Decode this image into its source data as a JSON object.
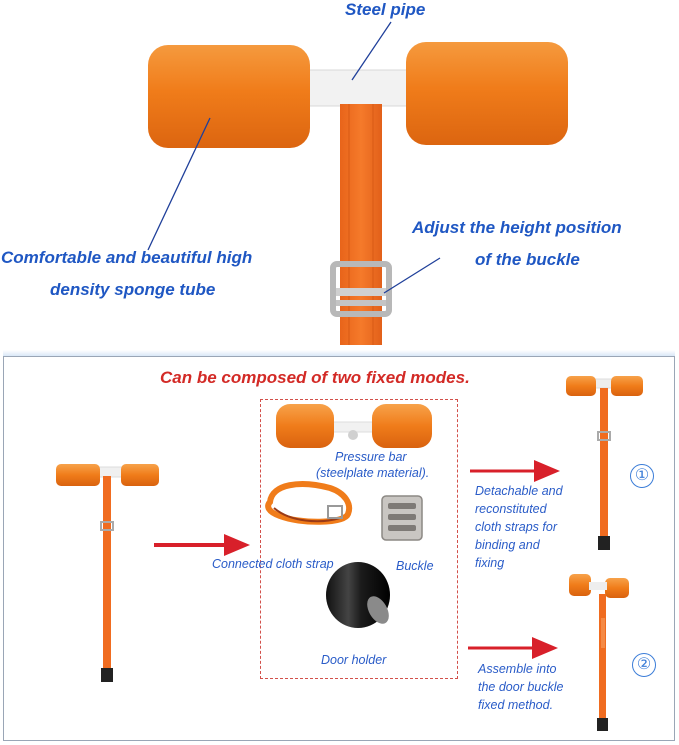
{
  "top_labels": {
    "steel_pipe": "Steel pipe",
    "adjust_line1": "Adjust the height position",
    "adjust_line2": "of the buckle",
    "sponge_line1": "Comfortable and beautiful high",
    "sponge_line2": "density sponge tube"
  },
  "panel": {
    "heading": "Can be composed of two fixed modes.",
    "pressure_bar_line1": "Pressure bar",
    "pressure_bar_line2": "(steelplate material).",
    "cloth_strap": "Connected cloth strap",
    "buckle": "Buckle",
    "door_holder": "Door holder",
    "mode1_number": "①",
    "mode1_lines": [
      "Detachable and",
      "reconstituted",
      "cloth straps for",
      "binding and",
      "fixing"
    ],
    "mode2_number": "②",
    "mode2_lines": [
      "Assemble into",
      "the door buckle",
      "fixed method."
    ]
  },
  "colors": {
    "label_blue": "#1f57c3",
    "heading_red": "#d32a26",
    "foam_orange": "#f07c1a",
    "arrow_red": "#d8202a"
  }
}
